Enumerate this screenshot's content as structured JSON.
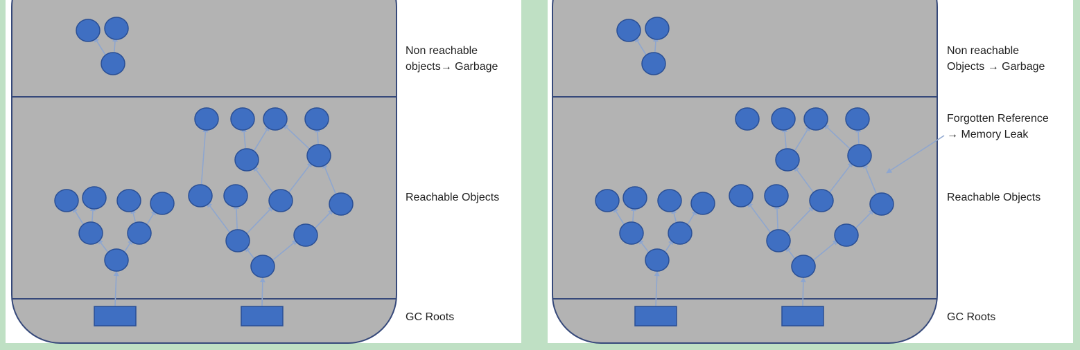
{
  "colors": {
    "frame_background": "#bfe0c4",
    "panel_background": "#ffffff",
    "heap_fill": "#b3b3b3",
    "heap_stroke": "#36497a",
    "node_fill": "#3f6fc2",
    "node_stroke": "#2a4f95",
    "edge_stroke": "#8ea6cf"
  },
  "panels": [
    {
      "id": "normal",
      "labels": {
        "garbage_line1": "Non reachable",
        "garbage_line2": "objects→ Garbage",
        "reachable": "Reachable Objects",
        "gc_roots": "GC Roots"
      }
    },
    {
      "id": "leak",
      "labels": {
        "garbage_line1": "Non reachable",
        "garbage_line2": "Objects → Garbage",
        "leak_line1": "Forgotten Reference",
        "leak_line2": "→ Memory Leak",
        "reachable": "Reachable Objects",
        "gc_roots": "GC Roots"
      }
    }
  ]
}
